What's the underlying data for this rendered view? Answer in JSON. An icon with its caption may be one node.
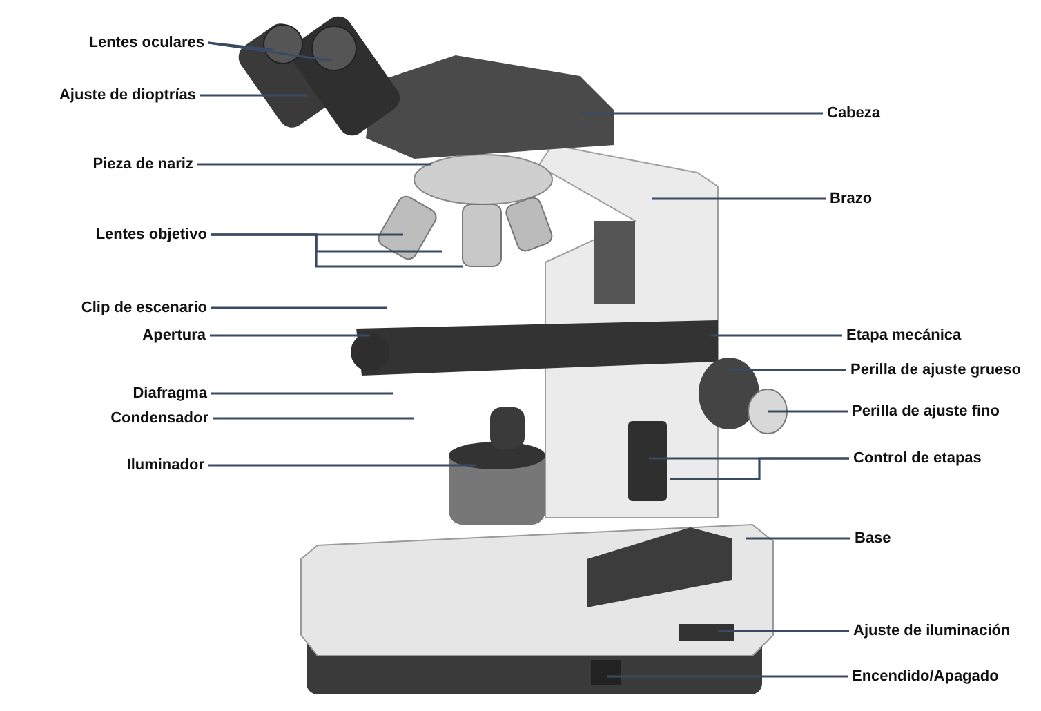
{
  "diagram": {
    "nodes": [
      {
        "text": [
          "Lentes oculares"
        ]
      },
      {
        "text": [
          "Ajuste de dioptrías"
        ]
      },
      {
        "text": [
          "Pieza de nariz"
        ]
      },
      {
        "text": [
          "Lentes objetivo"
        ]
      },
      {
        "text": [
          "Clip de escenario"
        ]
      },
      {
        "text": [
          "Apertura"
        ]
      },
      {
        "text": [
          "Diafragma"
        ]
      },
      {
        "text": [
          "Condensador"
        ]
      },
      {
        "text": [
          "Iluminador"
        ]
      },
      {
        "text": [
          "Cabeza"
        ]
      },
      {
        "text": [
          "Brazo"
        ]
      },
      {
        "text": [
          "Etapa mecánica"
        ]
      },
      {
        "text": [
          "Perilla de ajuste grueso"
        ]
      },
      {
        "text": [
          "Perilla de ajuste fino"
        ]
      },
      {
        "text": [
          "Control de etapas"
        ]
      },
      {
        "text": [
          "Base"
        ]
      },
      {
        "text": [
          "Ajuste de iluminación"
        ]
      },
      {
        "text": [
          "Encendido/Apagado"
        ]
      }
    ],
    "edges": [
      {
        "from": 0,
        "to": null,
        "arrow": "none"
      },
      {
        "from": 0,
        "to": null,
        "arrow": "none"
      },
      {
        "from": 1,
        "to": null,
        "arrow": "none"
      },
      {
        "from": 2,
        "to": null,
        "arrow": "none"
      },
      {
        "from": 3,
        "to": null,
        "arrow": "none"
      },
      {
        "from": 3,
        "to": null,
        "arrow": "none"
      },
      {
        "from": 3,
        "to": null,
        "arrow": "none"
      },
      {
        "from": 4,
        "to": null,
        "arrow": "none"
      },
      {
        "from": 5,
        "to": null,
        "arrow": "none"
      },
      {
        "from": 6,
        "to": null,
        "arrow": "none"
      },
      {
        "from": 7,
        "to": null,
        "arrow": "none"
      },
      {
        "from": 8,
        "to": null,
        "arrow": "none"
      },
      {
        "from": 9,
        "to": null,
        "arrow": "none"
      },
      {
        "from": 10,
        "to": null,
        "arrow": "none"
      },
      {
        "from": 11,
        "to": null,
        "arrow": "none"
      },
      {
        "from": 12,
        "to": null,
        "arrow": "none"
      },
      {
        "from": 13,
        "to": null,
        "arrow": "none"
      },
      {
        "from": 14,
        "to": null,
        "arrow": "none"
      },
      {
        "from": 14,
        "to": null,
        "arrow": "none"
      },
      {
        "from": 15,
        "to": null,
        "arrow": "none"
      },
      {
        "from": 16,
        "to": null,
        "arrow": "none"
      },
      {
        "from": 17,
        "to": null,
        "arrow": "none"
      }
    ]
  }
}
